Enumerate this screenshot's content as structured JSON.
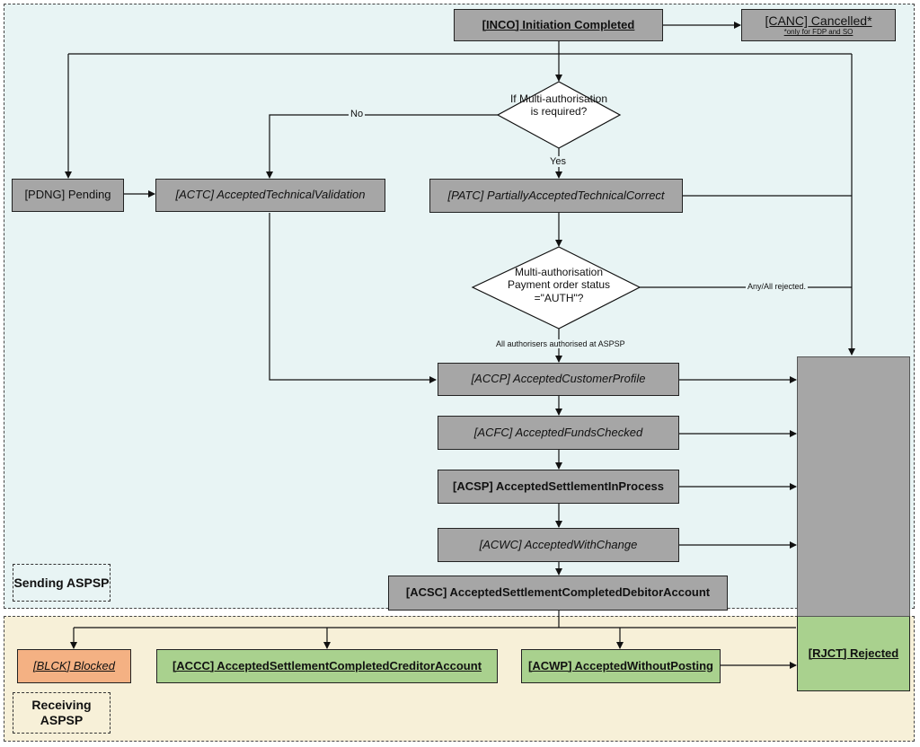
{
  "zones": {
    "sending": "Sending ASPSP",
    "receiving": "Receiving ASPSP"
  },
  "nodes": {
    "inco": "[INCO] Initiation Completed",
    "canc": "[CANC] Cancelled*",
    "canc_note": "*only for FDP and SO",
    "pdng": "[PDNG] Pending",
    "actc": "[ACTC] AcceptedTechnicalValidation",
    "patc": "[PATC] PartiallyAcceptedTechnicalCorrect",
    "accp": "[ACCP] AcceptedCustomerProfile",
    "acfc": "[ACFC] AcceptedFundsChecked",
    "acsp": "[ACSP] AcceptedSettlementInProcess",
    "acwc": "[ACWC] AcceptedWithChange",
    "acsc": "[ACSC] AcceptedSettlementCompletedDebitorAccount",
    "blck": "[BLCK] Blocked",
    "accc": "[ACCC] AcceptedSettlementCompletedCreditorAccount",
    "acwp": "[ACWP] AcceptedWithoutPosting",
    "rjct": "[RJCT] Rejected"
  },
  "decisions": {
    "multi_auth": "If Multi-authorisation is required?",
    "auth_status": "Multi-authorisation Payment order status =\"AUTH\"?"
  },
  "edge_labels": {
    "no": "No",
    "yes": "Yes",
    "rejected": "Any/All rejected.",
    "authorised": "All authorisers authorised at ASPSP"
  }
}
